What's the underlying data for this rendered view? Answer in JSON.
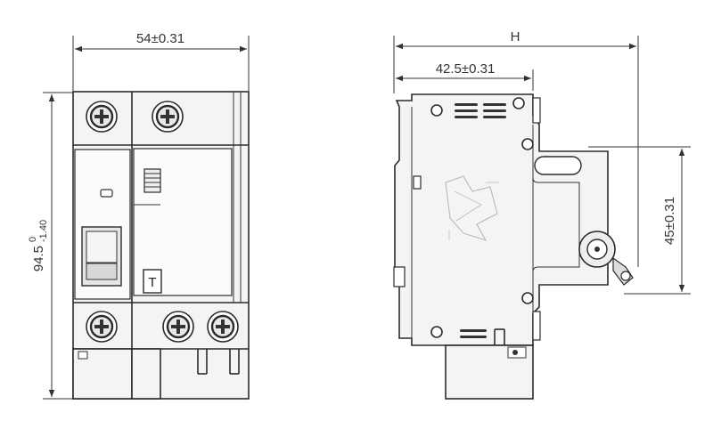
{
  "front_view": {
    "width_label": "54±0.31",
    "height_label_main": "94.5",
    "height_tol_upper": "0",
    "height_tol_lower": "-1.40",
    "test_button_text": "T"
  },
  "side_view": {
    "overall_label": "H",
    "depth_label": "42.5±0.31",
    "rail_label": "45±0.31"
  }
}
